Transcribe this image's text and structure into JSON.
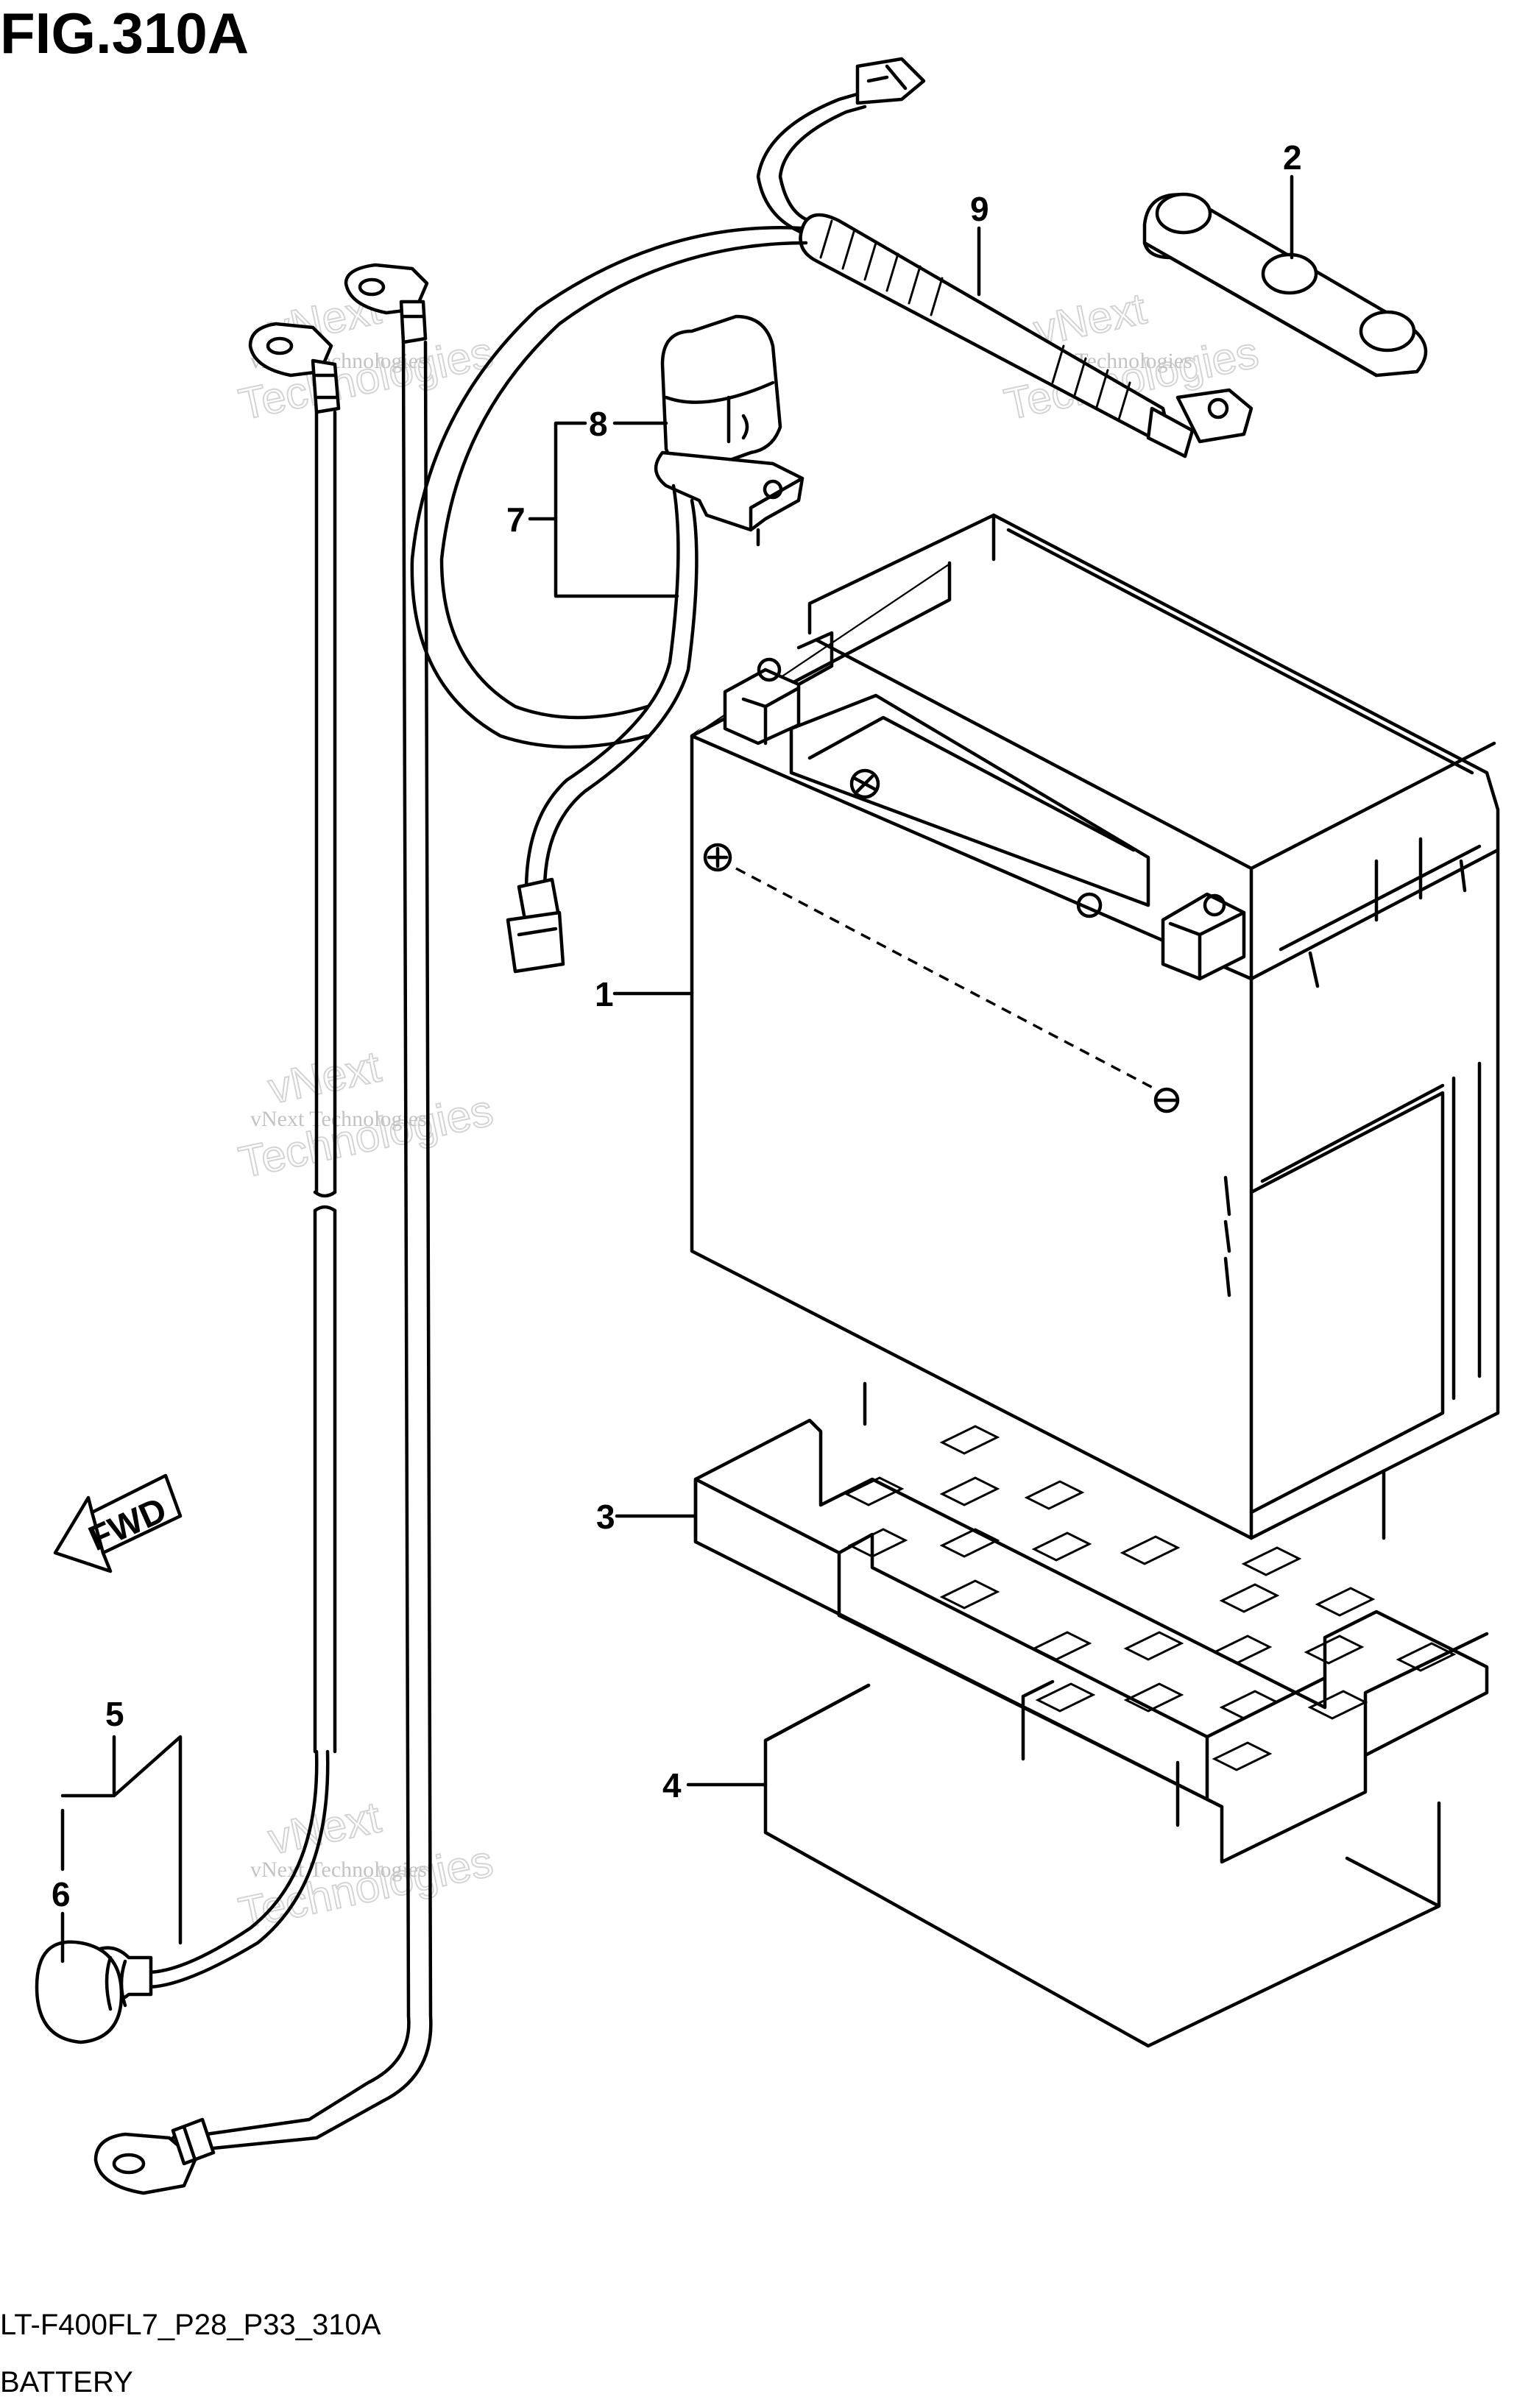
{
  "figure": {
    "title": "FIG.310A",
    "code": "LT-F400FL7_P28_P33_310A",
    "name": "BATTERY"
  },
  "direction_indicator": {
    "label": "FWD"
  },
  "callouts": [
    {
      "id": "1",
      "label": "1"
    },
    {
      "id": "2",
      "label": "2"
    },
    {
      "id": "3",
      "label": "3"
    },
    {
      "id": "4",
      "label": "4"
    },
    {
      "id": "5",
      "label": "5"
    },
    {
      "id": "6",
      "label": "6"
    },
    {
      "id": "7",
      "label": "7"
    },
    {
      "id": "8",
      "label": "8"
    },
    {
      "id": "9",
      "label": "9"
    }
  ],
  "watermark": {
    "line1": "vNext Technologies",
    "line2": "vNext",
    "line3": "Technologies"
  }
}
